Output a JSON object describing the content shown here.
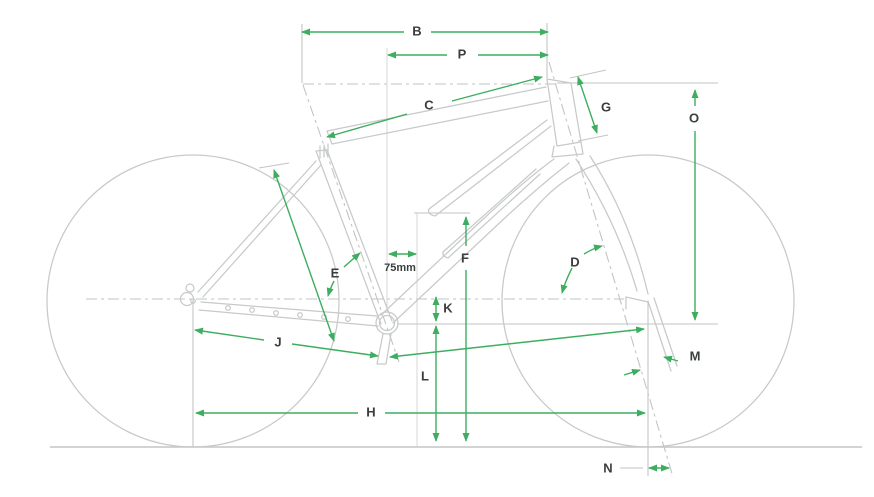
{
  "diagram": {
    "kind": "bicycle-geometry-diagram",
    "labels": {
      "B": "B",
      "P": "P",
      "C": "C",
      "G": "G",
      "O": "O",
      "F": "F",
      "E": "E",
      "D": "D",
      "K": "K",
      "L": "L",
      "J": "J",
      "H": "H",
      "M": "M",
      "N": "N",
      "seat_offset": "75mm"
    },
    "colors": {
      "dim": "#3dae60",
      "frm": "#c7cac9",
      "cst": "#c2c5c4",
      "lbl": "#3a3f3e",
      "bg": "#ffffff"
    }
  }
}
